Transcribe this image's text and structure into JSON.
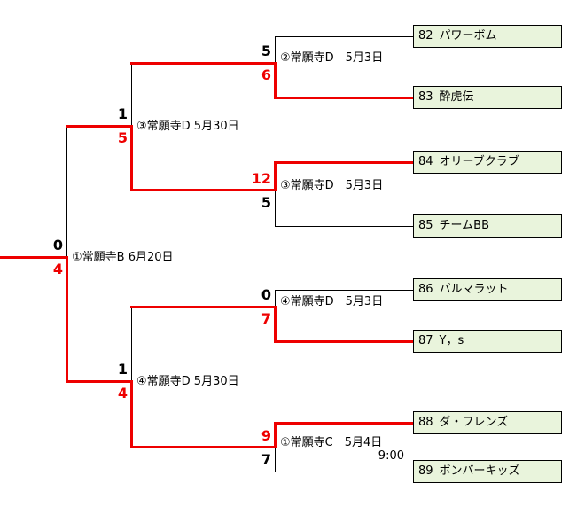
{
  "colors": {
    "winner_path": "#ee0000",
    "bracket_line": "#000000",
    "team_box_fill": "#e9f4dc",
    "team_box_border": "#000000"
  },
  "teams": [
    {
      "number": "82",
      "name": "パワーボム"
    },
    {
      "number": "83",
      "name": "酔虎伝"
    },
    {
      "number": "84",
      "name": "オリーブクラブ"
    },
    {
      "number": "85",
      "name": "チームBB"
    },
    {
      "number": "86",
      "name": "パルマラット"
    },
    {
      "number": "87",
      "name": "Y，s"
    },
    {
      "number": "88",
      "name": "ダ・フレンズ"
    },
    {
      "number": "89",
      "name": "ボンバーキッズ"
    }
  ],
  "matches": {
    "qf1": {
      "label": "②常願寺D　5月3日",
      "top_score": "5",
      "bottom_score": "6",
      "winner": "bottom"
    },
    "qf2": {
      "label": "③常願寺D　5月3日",
      "top_score": "12",
      "bottom_score": "5",
      "winner": "top"
    },
    "qf3": {
      "label": "④常願寺D　5月3日",
      "top_score": "0",
      "bottom_score": "7",
      "winner": "bottom"
    },
    "qf4": {
      "label": "①常願寺C　5月4日",
      "time": "9:00",
      "top_score": "9",
      "bottom_score": "7",
      "winner": "top"
    },
    "sf1": {
      "label": "③常願寺D 5月30日",
      "top_score": "1",
      "bottom_score": "5",
      "winner": "bottom"
    },
    "sf2": {
      "label": "④常願寺D 5月30日",
      "top_score": "1",
      "bottom_score": "4",
      "winner": "bottom"
    },
    "final": {
      "label": "①常願寺B 6月20日",
      "top_score": "0",
      "bottom_score": "4",
      "winner": "bottom"
    }
  }
}
